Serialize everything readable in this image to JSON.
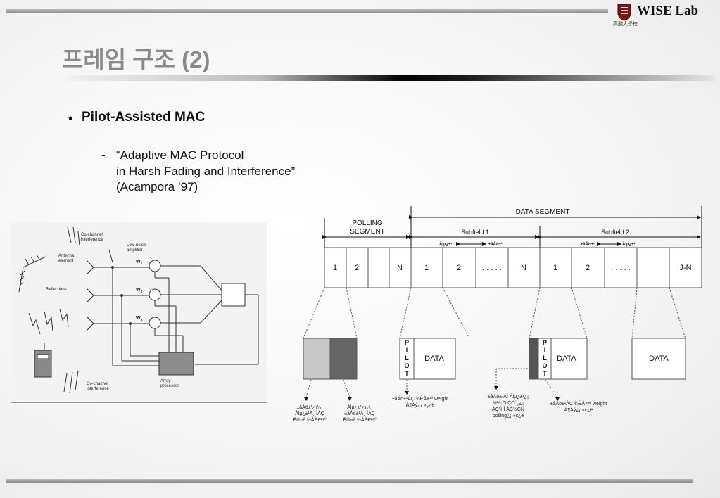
{
  "header": {
    "logo_text": "WISE Lab",
    "logo_sub": "高麗大學校",
    "title": "프레임 구조 (2)"
  },
  "bullet": {
    "heading": "Pilot-Assisted MAC",
    "citation_lines": [
      "“Adaptive MAC Protocol",
      "in Harsh Fading and Interference”",
      "(Acampora ’97)"
    ]
  },
  "antenna_figure": {
    "labels": {
      "co_channel_top": [
        "Co-channel",
        "interference"
      ],
      "low_noise": [
        "Low-noise",
        "amplifier"
      ],
      "antenna": [
        "Antenna",
        "element"
      ],
      "reflections": "Reflections",
      "co_channel_bottom": [
        "Co-channel",
        "interference"
      ],
      "array_processor": [
        "Array",
        "processor"
      ],
      "w1": "W",
      "w1_sub": "1",
      "w2": "W",
      "w2_sub": "2",
      "wk": "W",
      "wk_sub": "k"
    }
  },
  "frame": {
    "data_segment": "DATA SEGMENT",
    "polling_segment": [
      "POLLING",
      "SEGMENT"
    ],
    "subfield1": "Subfield 1",
    "subfield2": "Subfield 2",
    "sub1_arrow_left": "Àlµ¿±¹",
    "sub1_arrow_right": "±âÁö±¹",
    "sub2_arrow_left": "±âÁö±¹",
    "sub2_arrow_right": "Àlµ¿±¹",
    "cells": [
      "1",
      "2",
      "",
      "N",
      "1",
      "2",
      ". . . . .",
      "N",
      "1",
      "2",
      ". . . . .",
      "",
      "J-N"
    ]
  },
  "details": {
    "pilot_letters": [
      "P",
      "I",
      "L",
      "O",
      "T"
    ],
    "data_label": "DATA",
    "note1": [
      "±âÁö±¹¿¡¼-",
      "Àlµ¿±¹À¸·ÎÀÇ",
      "Ë®»ê ½ÅÈ£½º"
    ],
    "note2": [
      "Àlµ¿±¹¿¡¼-",
      "±âÁö±¹À¸·ÎÀÇ",
      "Ë®»ê ½ÅÈ£½º"
    ],
    "note3": [
      "±âÁö±¹ÀÇ ¾ÈÅ×³ª weight",
      "Á¶Àý¿¡ »ç¿ë"
    ],
    "note4": [
      "±âÁö±¹ÀÌ Àlµ¿±¹¿¡",
      "½½·Ô ÇÒ´ç¿¡",
      "ÀÇ¹Ì·Î ÀÇ½ÇÑ",
      "polling¿¡ »ç¿ë"
    ],
    "note5": [
      "±âÁö±¹ÀÇ ¾ÈÅ×³ª weight",
      "Á¶Àý¿¡ »ç¿ë"
    ]
  }
}
